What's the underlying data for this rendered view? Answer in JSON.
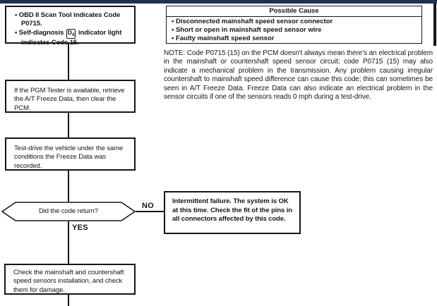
{
  "colors": {
    "top_band": "#22304f",
    "line": "#161616"
  },
  "glyphs": {
    "bullet": "•"
  },
  "start_box": {
    "item1": "OBD II Scan Tool indicates Code P0715.",
    "item2_before": "Self-diagnosis",
    "d4_letter": "D",
    "d4_sub": "4",
    "item2_after": "indicator light indicates Code 15."
  },
  "possible_cause": {
    "header": "Possible Cause",
    "items": [
      "Disconnected mainshaft speed sensor connector",
      "Short or open in mainshaft speed sensor wire",
      "Faulty mainshaft speed sensor"
    ]
  },
  "note": {
    "text": "NOTE: Code P0715 (15) on the PCM doesn't always mean there's an electrical problem in the mainshaft or countershaft speed sensor circuit; code P0715 (15) may also indicate a mechanical problem in the transmission. Any problem causing irregular countershaft to mainshaft speed difference can cause this code; this can sometimes be seen in A/T Freeze Data. Freeze Data can also indicate an electrical problem in the sensor circuits if one of the sensors reads 0 mph during a test-drive."
  },
  "steps": {
    "pgm": "If the PGM Tester is available, retrieve the A/T Freeze Data, then clear the PCM.",
    "testdrive": "Test-drive the vehicle under the same conditions the Freeze Data was recorded.",
    "check": "Check the mainshaft and countershaft speed sensors installation, and check them for damage."
  },
  "decision": {
    "question": "Did the code return?",
    "no_label": "NO",
    "yes_label": "YES"
  },
  "intermittent": {
    "text": "Intermittent failure. The system is OK at this time. Check the fit of the pins in all connectors affected by this code."
  }
}
